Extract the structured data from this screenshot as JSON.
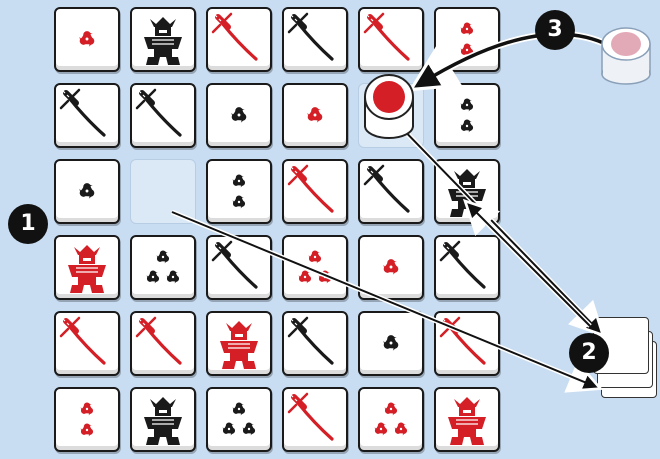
{
  "colors": {
    "background": "#c8ddf2",
    "red": "#d41f26",
    "black": "#1a1a1a",
    "empty_slot": "#dbe8f6"
  },
  "badges": [
    "1",
    "2",
    "3"
  ],
  "board": {
    "rows": [
      [
        "tomoe-1-red",
        "samurai-black",
        "sword-red",
        "sword-black",
        "sword-red",
        "tomoe-2-red"
      ],
      [
        "sword-black",
        "sword-black",
        "tomoe-1-black",
        "tomoe-1-red",
        "empty",
        "tomoe-2-black"
      ],
      [
        "tomoe-1-black",
        "empty",
        "tomoe-2-black",
        "sword-red",
        "sword-black",
        "samurai-black"
      ],
      [
        "samurai-red",
        "tomoe-3-black",
        "sword-black",
        "tomoe-3-red",
        "tomoe-1-red",
        "sword-black"
      ],
      [
        "sword-red",
        "sword-red",
        "samurai-red",
        "sword-black",
        "tomoe-1-black",
        "sword-red"
      ],
      [
        "tomoe-2-red",
        "samurai-black",
        "tomoe-3-black",
        "sword-red",
        "tomoe-3-red",
        "samurai-red"
      ]
    ]
  },
  "pieces": {
    "placed_token": "red-disc",
    "supply_token": "pink-disc",
    "hand_stack": "blank-tiles"
  }
}
